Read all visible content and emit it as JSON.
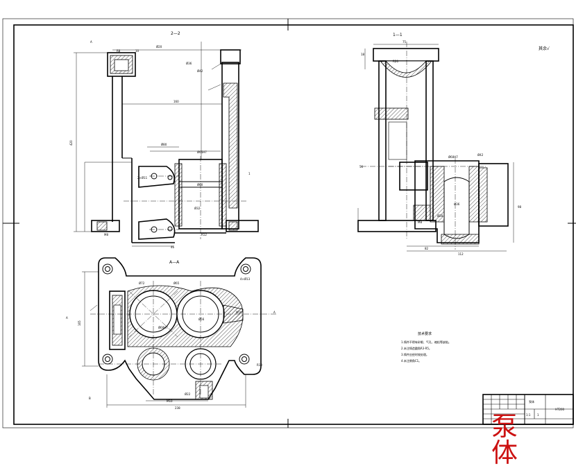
{
  "title_stamp": "泵 体",
  "colors": {
    "stamp": "#cc1111",
    "lines": "#000000"
  },
  "section_labels": {
    "front_view": "2—2",
    "side_view": "1—1",
    "plan_view": "A—A",
    "marker_1": "1",
    "marker_2": "A",
    "marker_3": "A"
  },
  "surface_note": "其余√",
  "tech_requirements": {
    "heading": "技术要求",
    "lines": [
      "1.铸件不得有砂眼、气孔、缩松等缺陷。",
      "2.未注铸造圆角R3-R5。",
      "3.铸件应经时效处理。",
      "4.未注倒角C1。"
    ]
  },
  "title_block": {
    "name": "泵体",
    "scale": "1:1",
    "material": "HT200",
    "sheet": "1"
  },
  "dimensions": {
    "front_height": "420",
    "front_width": "160",
    "side_width": "75",
    "plan_width": "238",
    "plan_height": "165"
  }
}
